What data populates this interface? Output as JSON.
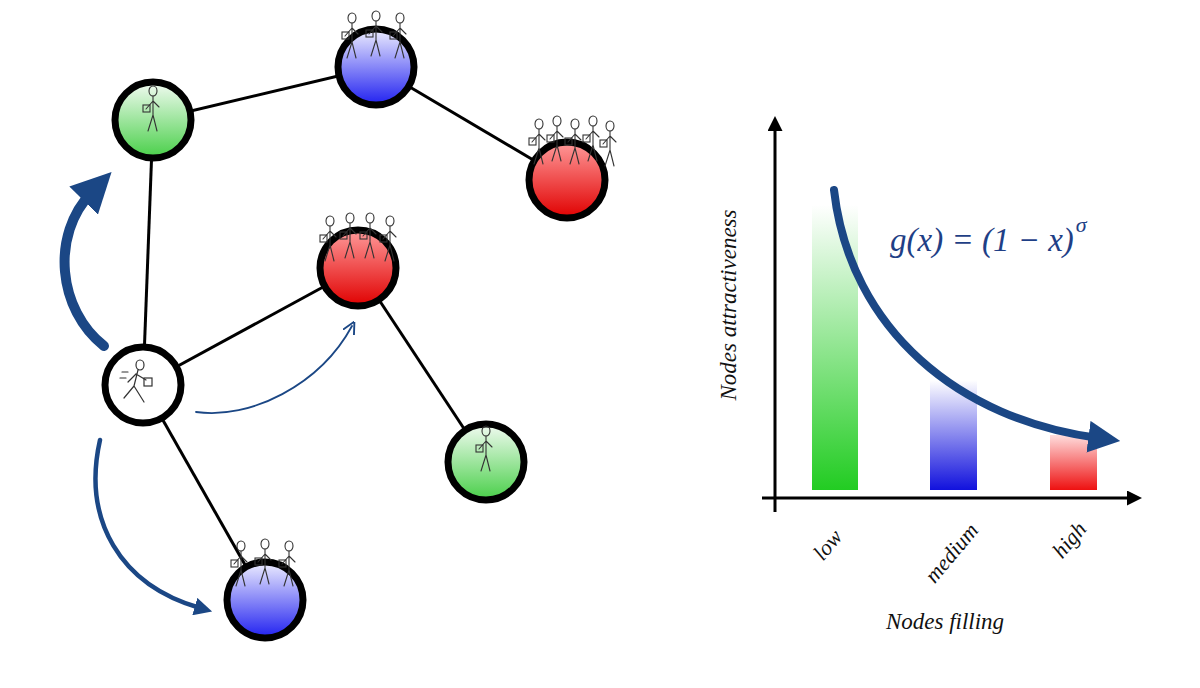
{
  "diagram": {
    "labels": [
      "g(x) = (1 − x)",
      "σ",
      "Nodes attractiveness",
      "low",
      "medium",
      "high",
      "Nodes filling"
    ]
  }
}
